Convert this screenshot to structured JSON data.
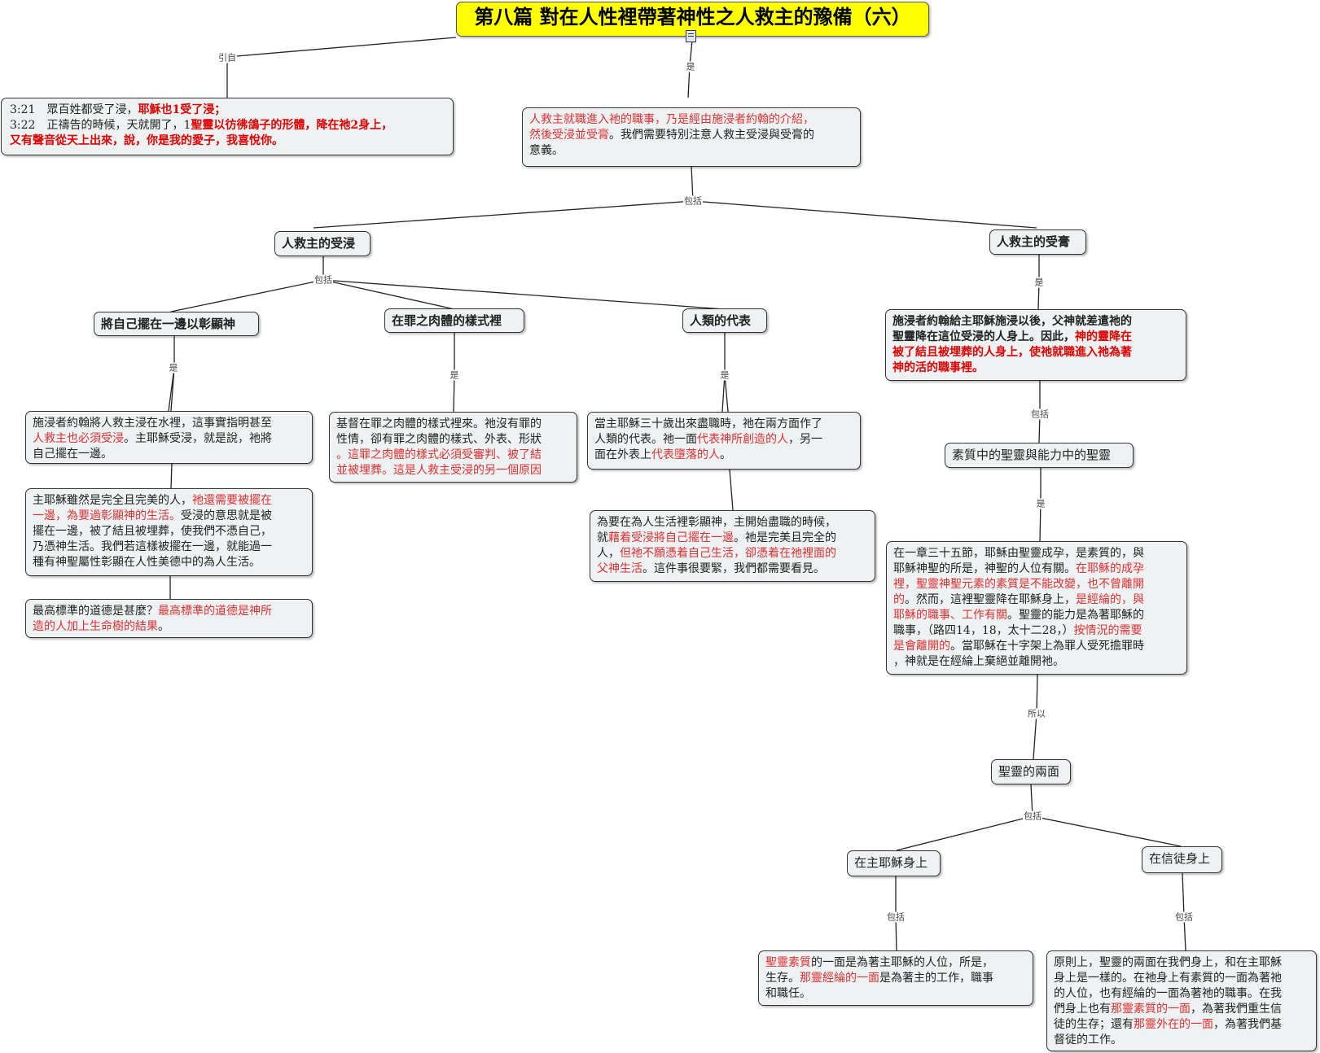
{
  "title": "第八篇 對在人性裡帶著神性之人救主的豫備（六）",
  "edge_labels": {
    "cite": "引自",
    "is": "是",
    "includes": "包括",
    "therefore": "所以"
  },
  "nodes": {
    "scripture": [
      {
        "t": "3:21　眾百姓都受了浸，"
      },
      {
        "t": "耶穌也1受了浸；",
        "c": "rb"
      },
      {
        "t": "\n3:22　正禱告的時候，天就開了，1"
      },
      {
        "t": "聖靈以彷彿鴿子的形體，降在祂2身上，\n又有聲音從天上出來，說，你是我的愛子，我喜悅你。",
        "c": "rb"
      }
    ],
    "intro": [
      {
        "t": "人救主就職進入祂的職事，乃是經由施浸者約翰的介紹，\n然後受浸並受膏",
        "c": "r"
      },
      {
        "t": "。我們需要特別注意人救主受浸與受膏的\n意義。"
      }
    ],
    "baptism": "人救主的受浸",
    "anointing": "人救主的受膏",
    "aside": "將自己擺在一邊以彰顯神",
    "flesh": "在罪之肉體的樣式裡",
    "rep": "人類的代表",
    "aside_1": [
      {
        "t": "施浸者約翰將人救主浸在水裡，這事實指明甚至\n"
      },
      {
        "t": "人救主也必須受浸",
        "c": "r"
      },
      {
        "t": "。主耶穌受浸，就是說，祂將\n自己擺在一邊。"
      }
    ],
    "aside_2": [
      {
        "t": "主耶穌雖然是完全且完美的人，"
      },
      {
        "t": "祂還需要被擺在\n一邊，為要過彰顯神的生活。",
        "c": "r"
      },
      {
        "t": "受浸的意思就是被\n擺在一邊，被了結且被埋葬，使我們不憑自己，\n乃憑神生活。我們若這樣被擺在一邊，就能過一\n種有神聖屬性彰顯在人性美德中的為人生活。"
      }
    ],
    "aside_3": [
      {
        "t": "最高標準的道德是甚麼？"
      },
      {
        "t": "最高標準的道德是神所\n造的人加上生命樹的結果",
        "c": "r"
      },
      {
        "t": "。"
      }
    ],
    "flesh_1": [
      {
        "t": "基督在罪之肉體的樣式裡來。祂沒有罪的\n性情，卻有罪之肉體的樣式、外表、形狀\n"
      },
      {
        "t": "。這罪之肉體的樣式必須受審判、被了結\n並被埋葬。這是人救主受浸的另一個原因",
        "c": "r"
      }
    ],
    "rep_1": [
      {
        "t": "當主耶穌三十歲出來盡職時，祂在兩方面作了\n人類的代表。祂一面"
      },
      {
        "t": "代表神所創造的人",
        "c": "r"
      },
      {
        "t": "，另一\n面在外表上"
      },
      {
        "t": "代表墮落的人",
        "c": "r"
      },
      {
        "t": "。"
      }
    ],
    "rep_2": [
      {
        "t": "為要在為人生活裡彰顯神，主開始盡職的時候，\n就"
      },
      {
        "t": "藉着受浸將自己擺在一邊",
        "c": "r"
      },
      {
        "t": "。祂是完美且完全的\n人，"
      },
      {
        "t": "但祂不願憑着自己生活，卻憑着在祂裡面的\n父神生活",
        "c": "r"
      },
      {
        "t": "。這件事很要緊，我們都需要看見。"
      }
    ],
    "anoint_1": [
      {
        "t": "施浸者約翰給主耶穌施浸以後，父神就差遣祂的\n聖靈降在這位受浸的人身上。因此，",
        "c": "bold"
      },
      {
        "t": "神的靈降在\n被了結且被埋葬的人身上，使祂就職進入祂為著\n神的活的職事裡。",
        "c": "rb"
      }
    ],
    "essence": "素質中的聖靈與能力中的聖靈",
    "essence_1": [
      {
        "t": "在一章三十五節，耶穌由聖靈成孕，是素質的，與\n耶穌神聖的所是，神聖的人位有關。"
      },
      {
        "t": "在耶穌的成孕\n裡，聖靈神聖元素的素質是不能改變，也不曾離開\n的",
        "c": "r"
      },
      {
        "t": "。然而，這裡聖靈降在耶穌身上，"
      },
      {
        "t": "是經綸的，與\n耶穌的職事、工作有關",
        "c": "r"
      },
      {
        "t": "。聖靈的能力是為著耶穌的\n職事，（路四14，18，太十二28，）"
      },
      {
        "t": "按情況的需要\n是會離開的",
        "c": "r"
      },
      {
        "t": "。當耶穌在十字架上為罪人受死擔罪時\n，神就是在經綸上棄絕並離開祂。"
      }
    ],
    "two_aspects": "聖靈的兩面",
    "in_jesus": "在主耶穌身上",
    "in_believers": "在信徒身上",
    "jesus_1": [
      {
        "t": "聖靈素質",
        "c": "r"
      },
      {
        "t": "的一面是為著主耶穌的人位，所是，\n生存。"
      },
      {
        "t": "那靈經綸的一面",
        "c": "r"
      },
      {
        "t": "是為著主的工作，職事\n和職任。"
      }
    ],
    "believers_1": [
      {
        "t": "原則上，聖靈的兩面在我們身上，和在主耶穌\n身上是一樣的。在祂身上有素質的一面為著祂\n的人位，也有經綸的一面為著祂的職事。在我\n們身上也有"
      },
      {
        "t": "那靈素質的一面",
        "c": "r"
      },
      {
        "t": "，為著我們重生信\n徒的生存；還有"
      },
      {
        "t": "那靈外在的一面",
        "c": "r"
      },
      {
        "t": "，為著我們基\n督徒的工作。"
      }
    ]
  }
}
